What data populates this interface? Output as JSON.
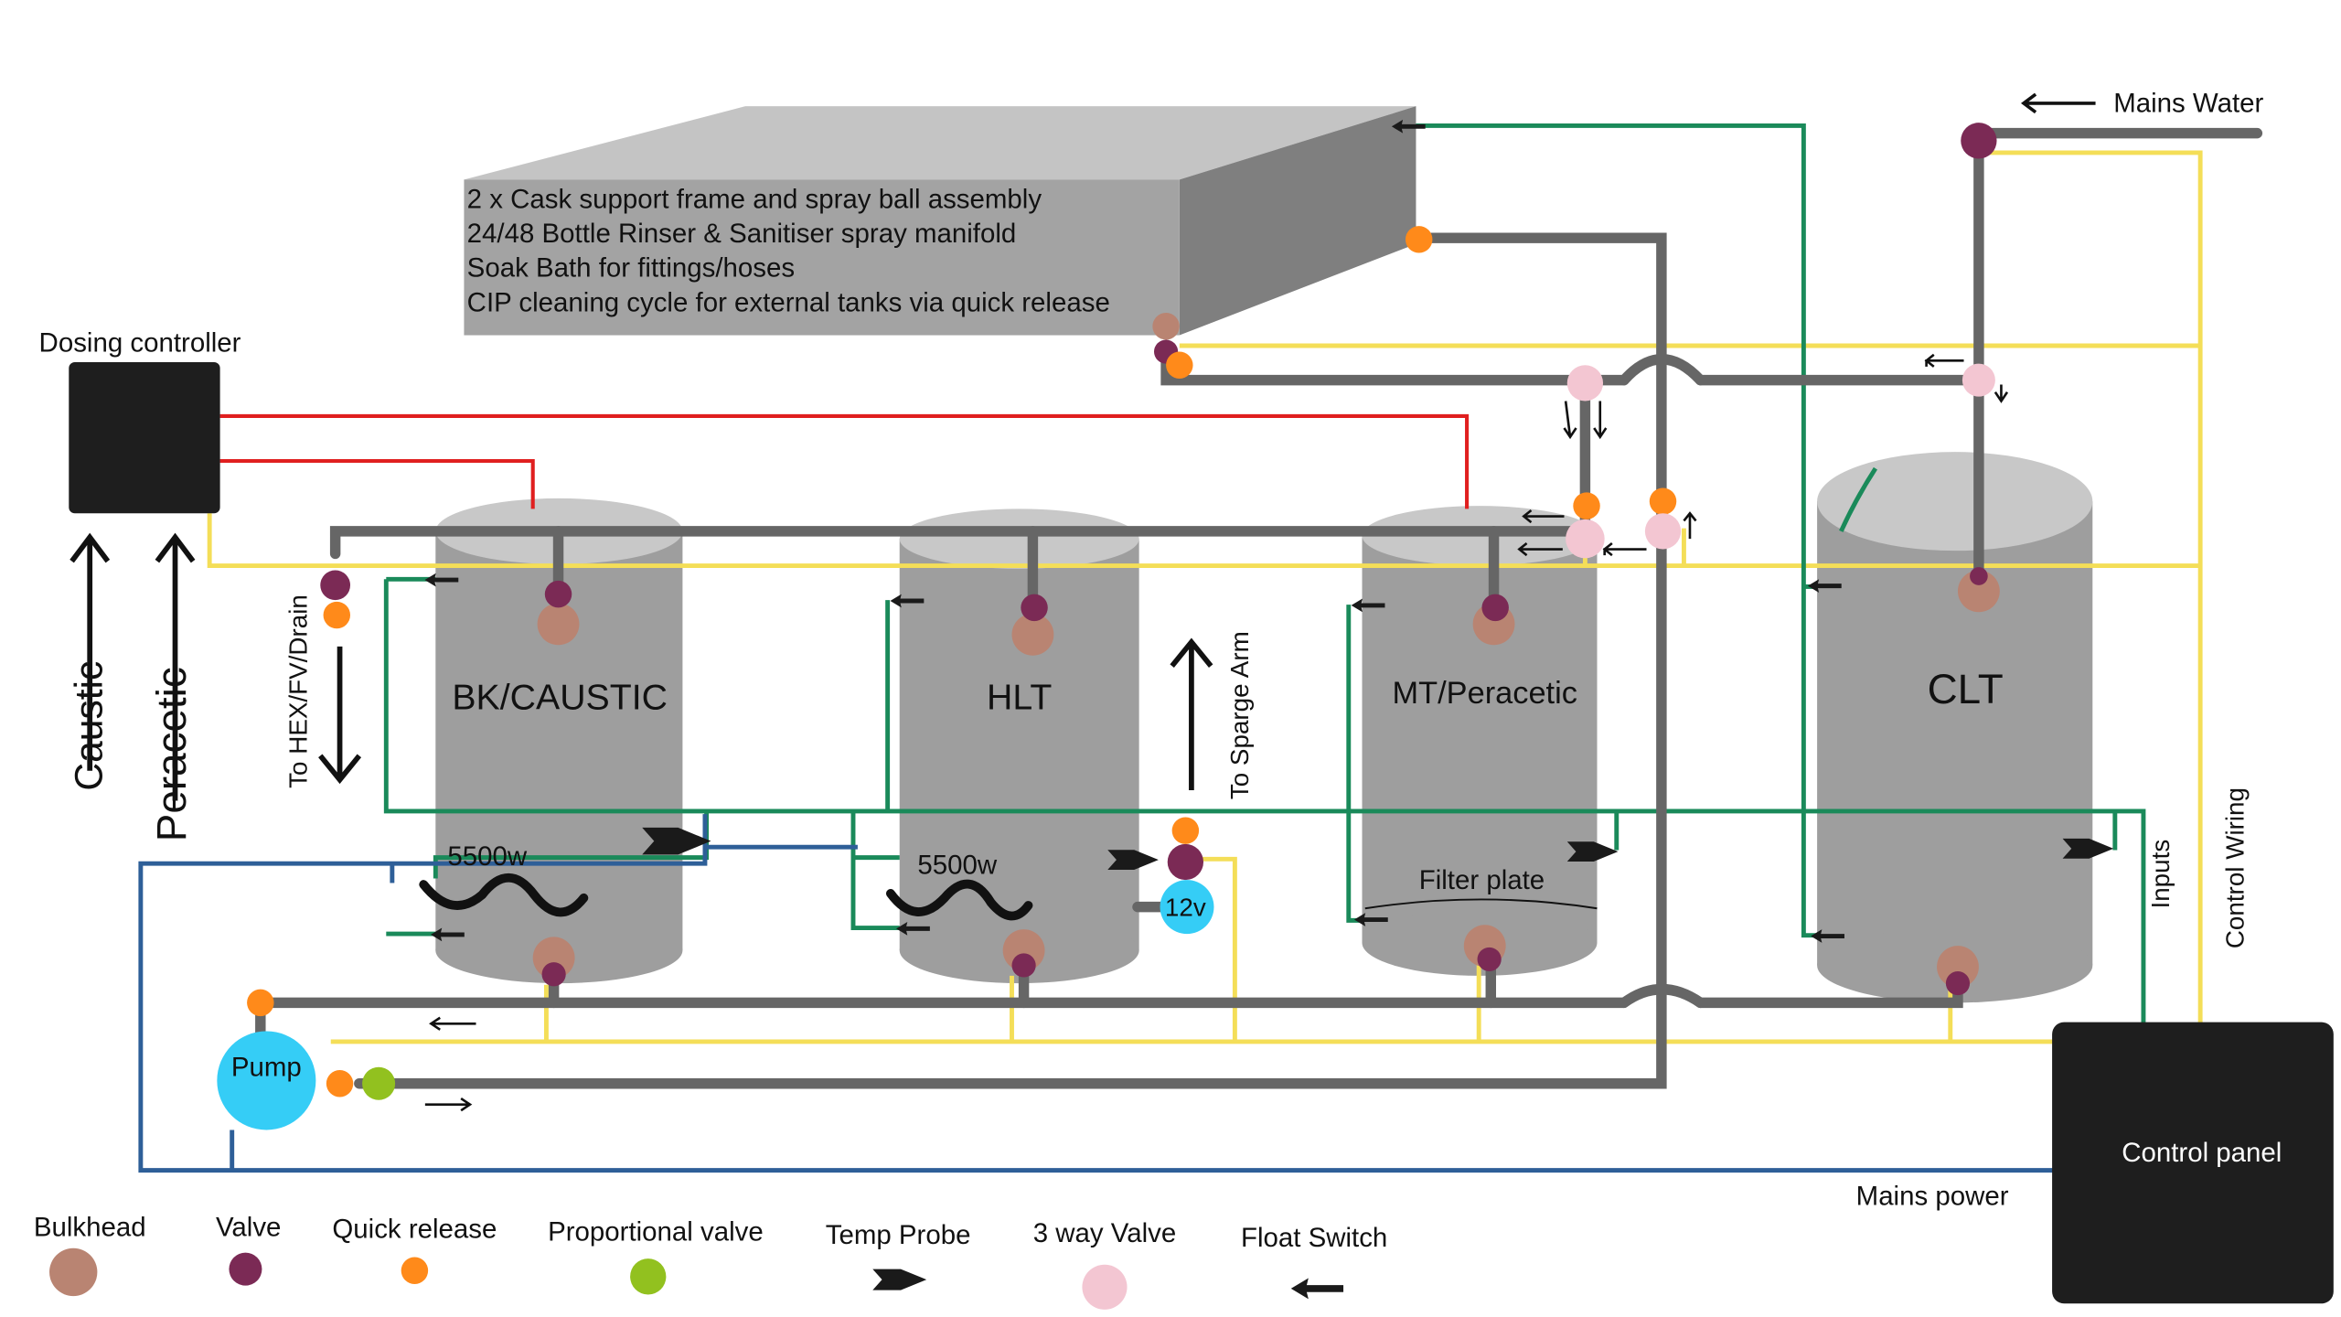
{
  "colors": {
    "pipe": "#666666",
    "control": "#f4de58",
    "signal": "#1a8a5a",
    "dosing": "#e01f1f",
    "power": "#2e5f98",
    "tank": "#9e9e9e",
    "tank_top": "#c8c8c8",
    "bulkhead": "#b98472",
    "valve": "#7b2a55",
    "quick_release": "#ff8a1a",
    "proportional": "#92c11f",
    "pump": "#35cdf6",
    "three_way": "#f3c6d2",
    "panel": "#1e1e1e"
  },
  "cabinet": {
    "lines": [
      "2 x Cask support frame and spray ball assembly",
      "24/48 Bottle Rinser & Sanitiser spray manifold",
      "Soak Bath for fittings/hoses",
      "CIP cleaning cycle for external tanks via quick release"
    ]
  },
  "dosing": {
    "title": "Dosing controller",
    "caustic": "Caustic",
    "peracetic": "Peracetic"
  },
  "tanks": {
    "bk": "BK/CAUSTIC",
    "hlt": "HLT",
    "mt": "MT/Peracetic",
    "clt": "CLT"
  },
  "labels": {
    "element_bk": "5500w",
    "element_hlt": "5500w",
    "filter_plate": "Filter plate",
    "pump": "Pump",
    "low_voltage": "12v",
    "drain": "To HEX/FV/Drain",
    "sparge": "To Sparge Arm",
    "mains_water": "Mains Water",
    "mains_power": "Mains  power",
    "inputs": "Inputs",
    "control_wiring": "Control Wiring",
    "control_panel": "Control panel"
  },
  "legend": [
    {
      "label": "Bulkhead",
      "icon": "bulkhead-icon"
    },
    {
      "label": "Valve",
      "icon": "valve-icon"
    },
    {
      "label": "Quick release",
      "icon": "quick-release-icon"
    },
    {
      "label": "Proportional valve",
      "icon": "proportional-valve-icon"
    },
    {
      "label": "Temp Probe",
      "icon": "temp-probe-icon"
    },
    {
      "label": "3 way Valve",
      "icon": "three-way-valve-icon"
    },
    {
      "label": "Float Switch",
      "icon": "float-switch-icon"
    }
  ]
}
